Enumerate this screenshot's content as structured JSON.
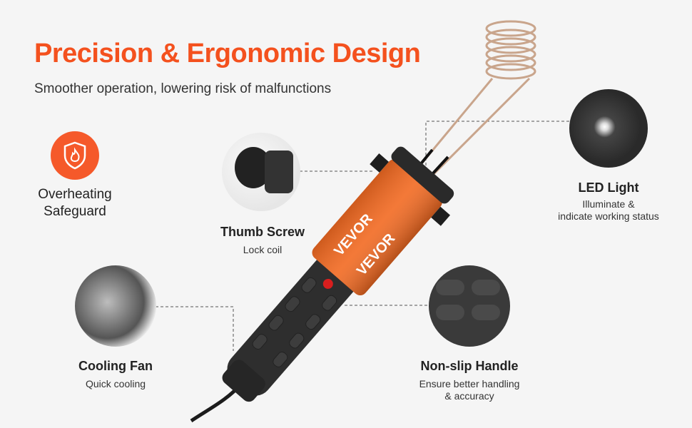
{
  "header": {
    "title": "Precision & Ergonomic Design",
    "subtitle": "Smoother operation, lowering risk of malfunctions"
  },
  "features": {
    "overheating": {
      "line1": "Overheating",
      "line2": "Safeguard",
      "icon": "shield-flame-icon"
    },
    "thumb_screw": {
      "title": "Thumb Screw",
      "desc": "Lock coil"
    },
    "led_light": {
      "title": "LED Light",
      "desc1": "Illuminate &",
      "desc2": "indicate working status"
    },
    "cooling_fan": {
      "title": "Cooling Fan",
      "desc": "Quick cooling"
    },
    "non_slip": {
      "title": "Non-slip Handle",
      "desc1": "Ensure better handling",
      "desc2": "& accuracy"
    }
  },
  "product": {
    "brand": "VEVOR"
  },
  "colors": {
    "accent": "#f4511e",
    "orange_body": "#f26a22",
    "dark": "#2e2e2e",
    "background": "#f5f5f5"
  }
}
